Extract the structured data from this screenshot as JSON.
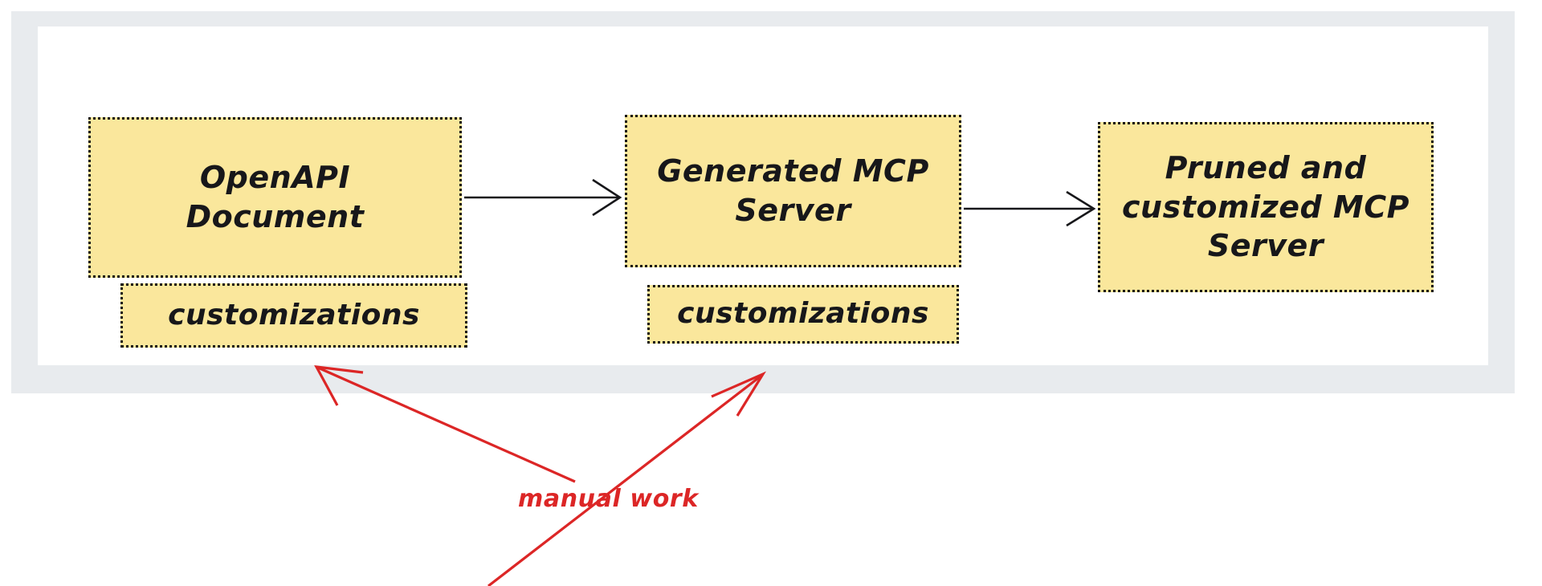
{
  "diagram": {
    "title_text_color": "#17171a",
    "node_fill": "#fae79c",
    "node_border": "#111111",
    "frame_color": "#e8ebee",
    "annotation_color": "#dc2626",
    "nodes": [
      {
        "id": "openapi-document",
        "label": "OpenAPI\nDocument"
      },
      {
        "id": "openapi-customizations",
        "label": "customizations"
      },
      {
        "id": "generated-mcp-server",
        "label": "Generated MCP\nServer"
      },
      {
        "id": "generated-customizations",
        "label": "customizations"
      },
      {
        "id": "pruned-customized-mcp-server",
        "label": "Pruned and customized MCP Server"
      }
    ],
    "node_labels": {
      "openapi_line1": "OpenAPI",
      "openapi_line2": "Document",
      "customizations_left": "customizations",
      "generated_line1": "Generated MCP",
      "generated_line2": "Server",
      "customizations_middle": "customizations",
      "pruned_line1": "Pruned and",
      "pruned_line2": "customized MCP",
      "pruned_line3": "Server"
    },
    "annotations": {
      "manual_work": "manual work"
    },
    "flow_arrows": [
      {
        "from": "openapi-document",
        "to": "generated-mcp-server",
        "color": "#17171a"
      },
      {
        "from": "generated-mcp-server",
        "to": "pruned-customized-mcp-server",
        "color": "#17171a"
      }
    ],
    "annotation_arrows": [
      {
        "label": "manual work",
        "to": "openapi-customizations",
        "color": "#dc2626"
      },
      {
        "label": "manual work",
        "to": "generated-customizations",
        "color": "#dc2626"
      }
    ]
  }
}
